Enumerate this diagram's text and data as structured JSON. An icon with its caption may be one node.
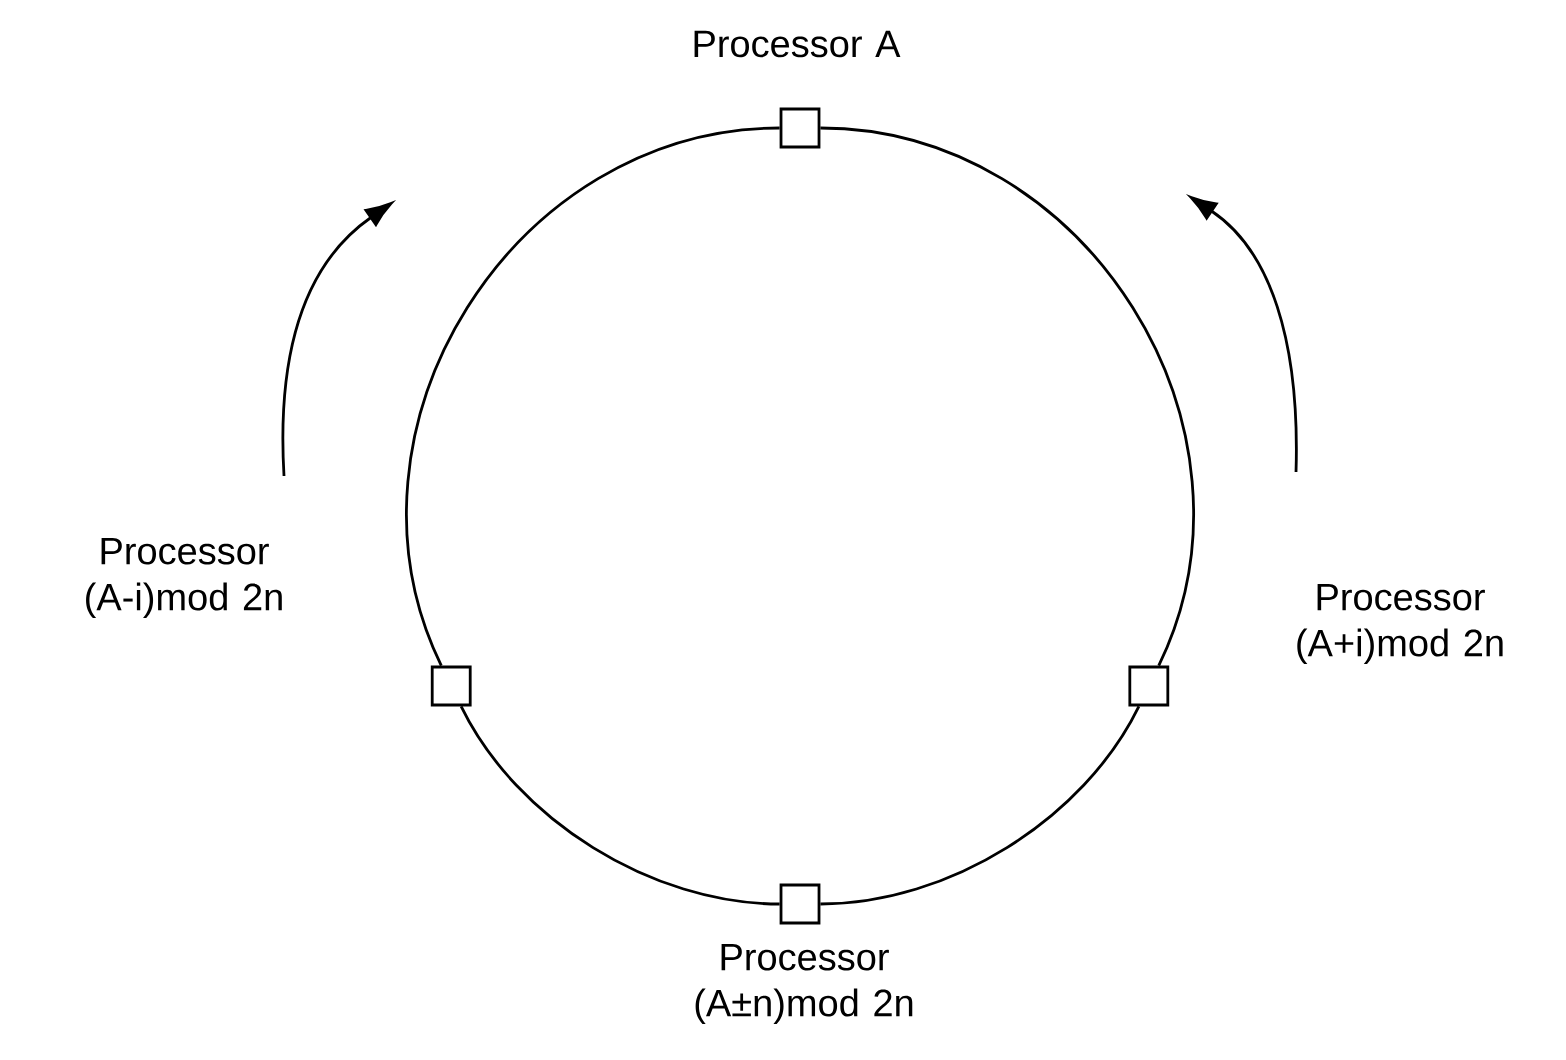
{
  "diagram": {
    "nodes": [
      {
        "text": [
          "Processor A"
        ]
      },
      {
        "text": [
          "Processor (A+i)mod 2n"
        ]
      },
      {
        "text": [
          "Processor (A±n)mod 2n"
        ]
      },
      {
        "text": [
          "Processor (A-i)mod 2n"
        ]
      }
    ],
    "edges": [
      {
        "from": 0,
        "to": 1,
        "arrow": "none"
      },
      {
        "from": 1,
        "to": 2,
        "arrow": "none"
      },
      {
        "from": 2,
        "to": 3,
        "arrow": "none"
      },
      {
        "from": 3,
        "to": 0,
        "arrow": "none"
      }
    ]
  }
}
